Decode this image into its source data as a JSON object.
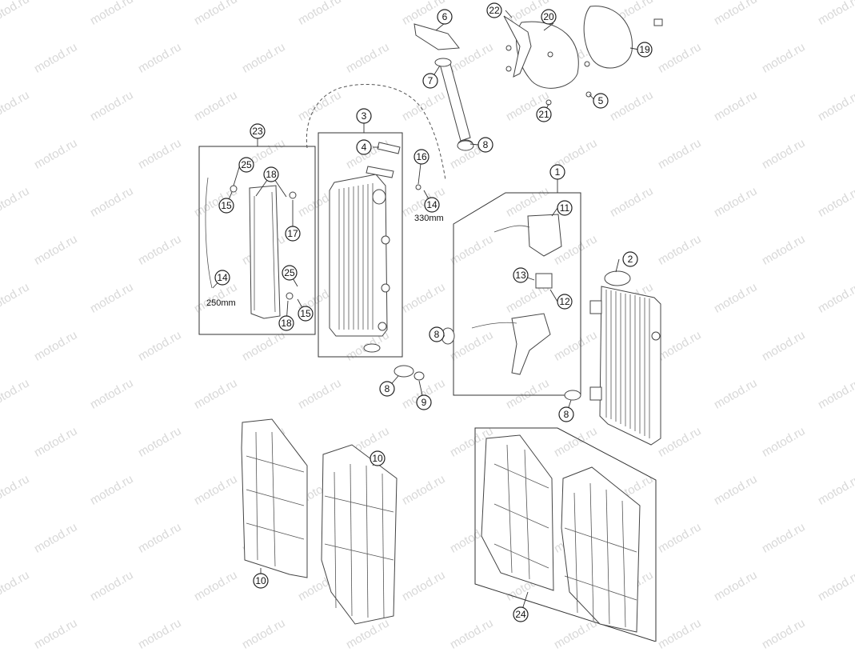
{
  "watermark": "motod.ru",
  "callouts": [
    "1",
    "2",
    "3",
    "4",
    "5",
    "6",
    "7",
    "8",
    "9",
    "10",
    "11",
    "12",
    "13",
    "14",
    "15",
    "16",
    "17",
    "18",
    "19",
    "20",
    "21",
    "22",
    "23",
    "24",
    "25"
  ],
  "lengths": {
    "hose_long": "330mm",
    "hose_short": "250mm"
  },
  "colors": {
    "line": "#444444",
    "watermark": "#d8d8d8",
    "background": "#ffffff"
  }
}
